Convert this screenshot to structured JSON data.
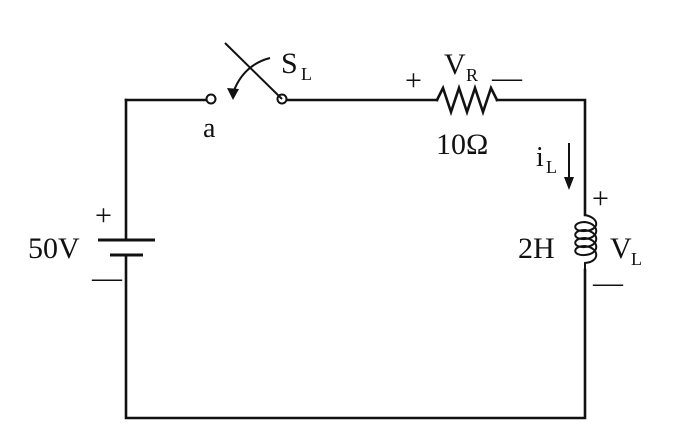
{
  "circuit": {
    "switch": {
      "label": "S",
      "label_sub": "L",
      "terminal_label": "a"
    },
    "resistor": {
      "voltage_label": "V",
      "voltage_sub": "R",
      "plus": "+",
      "minus": "—",
      "value": "10Ω"
    },
    "current": {
      "label": "i",
      "label_sub": "L"
    },
    "inductor": {
      "value": "2H",
      "voltage_label": "V",
      "voltage_sub": "L",
      "plus": "+",
      "minus": "—"
    },
    "source": {
      "value": "50V",
      "plus": "+",
      "minus": "—"
    }
  }
}
